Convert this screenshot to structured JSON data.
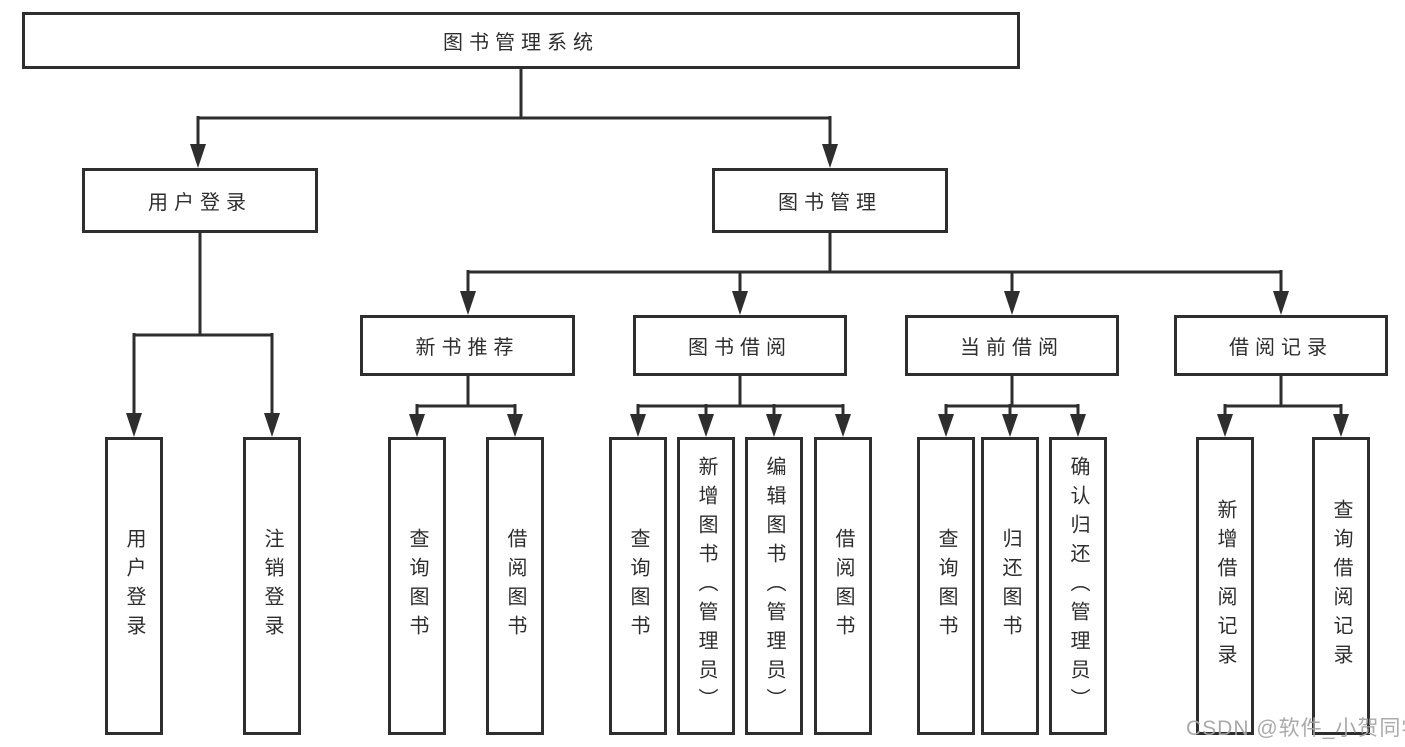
{
  "diagram_type": "hierarchy-tree",
  "watermark": "CSDN @软件_小贺同学",
  "colors": {
    "line": "#2e2e2e",
    "text": "#2e2e2e",
    "box_background": "#ffffff",
    "watermark": "#a5a5a5"
  },
  "tree": {
    "label": "图书管理系统",
    "children": [
      {
        "label": "用户登录",
        "children": [
          {
            "label": "用户登录"
          },
          {
            "label": "注销登录"
          }
        ]
      },
      {
        "label": "图书管理",
        "children": [
          {
            "label": "新书推荐",
            "children": [
              {
                "label": "查询图书"
              },
              {
                "label": "借阅图书"
              }
            ]
          },
          {
            "label": "图书借阅",
            "children": [
              {
                "label": "查询图书"
              },
              {
                "label": "新增图书（管理员）"
              },
              {
                "label": "编辑图书（管理员）"
              },
              {
                "label": "借阅图书"
              }
            ]
          },
          {
            "label": "当前借阅",
            "children": [
              {
                "label": "查询图书"
              },
              {
                "label": "归还图书"
              },
              {
                "label": "确认归还（管理员）"
              }
            ]
          },
          {
            "label": "借阅记录",
            "children": [
              {
                "label": "新增借阅记录"
              },
              {
                "label": "查询借阅记录"
              }
            ]
          }
        ]
      }
    ]
  }
}
